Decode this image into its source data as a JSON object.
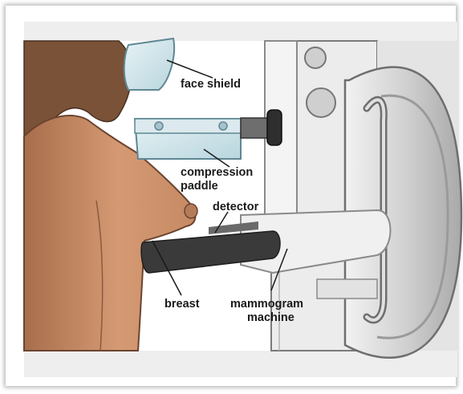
{
  "labels": {
    "face_shield": "face shield",
    "compression_paddle_line1": "compression",
    "compression_paddle_line2": "paddle",
    "detector": "detector",
    "breast": "breast",
    "mammogram_machine_line1": "mammogram",
    "mammogram_machine_line2": "machine"
  },
  "colors": {
    "skin": "#c98d66",
    "hair": "#7a5238",
    "machine": "#d4d4d4",
    "shield": "#cfe4ea",
    "detector_plate": "#3a3a3a",
    "background_band": "#eeeeee"
  }
}
